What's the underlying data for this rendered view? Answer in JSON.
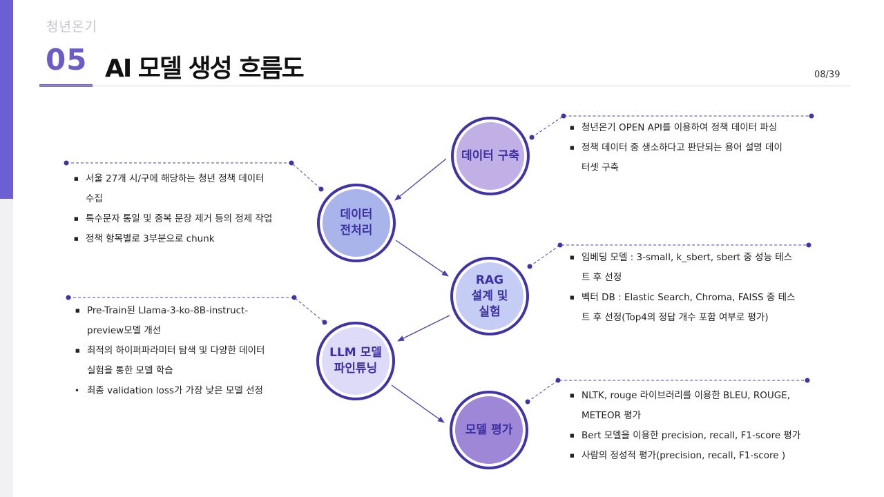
{
  "header": {
    "brand": "청년온기",
    "section_number": "05",
    "title": "AI 모델 생성 흐름도",
    "page": "08/39"
  },
  "colors": {
    "accent": "#6e5ed4",
    "node_border": "#3f33a6",
    "node_text": "#3b2fa3"
  },
  "nodes": [
    {
      "id": "data-build",
      "label": "데이터 구축",
      "fill": "#c1b0e6"
    },
    {
      "id": "preprocess",
      "label": "데이터\n전처리",
      "fill": "#a9b4ea"
    },
    {
      "id": "rag",
      "label": "RAG\n설계 및\n실험",
      "fill": "#c5cdf5"
    },
    {
      "id": "llm",
      "label": "LLM 모델\n파인튜닝",
      "fill": "#dddbf7"
    },
    {
      "id": "eval",
      "label": "모델 평가",
      "fill": "#9e87d6"
    }
  ],
  "descriptions": {
    "data_build": [
      "청년온기 OPEN API를 이용하여 정책 데이터 파싱",
      "정책 데이터 중 생소하다고 판단되는 용어 설명 데이\n터셋 구축"
    ],
    "preprocess": [
      "서울 27개 시/구에 해당하는 청년 정책 데이터\n수집",
      "특수문자 통일 및 중복 문장 제거 등의 정제 작업",
      "정책 항목별로 3부분으로 chunk"
    ],
    "rag": [
      "임베딩 모델 : 3-small, k_sbert, sbert 중 성능 테스\n트 후 선정",
      "벡터 DB : Elastic Search, Chroma, FAISS 중 테스\n트 후 선정(Top4의 정답 개수 포함 여부로 평가)"
    ],
    "llm": [
      "Pre-Train된 Llama-3-ko-8B-instruct-\npreview모델 개선",
      "최적의 하이퍼파라미터 탐색 및 다양한 데이터\n실험을 통한 모델 학습",
      "최종 validation loss가 가장 낮은 모델 선정"
    ],
    "eval": [
      "NLTK, rouge 라이브러리를 이용한 BLEU, ROUGE,\nMETEOR 평가",
      "Bert 모델을 이용한 precision, recall, F1-score 평가",
      "사람의 정성적 평가(precision, recall, F1-score )"
    ]
  }
}
